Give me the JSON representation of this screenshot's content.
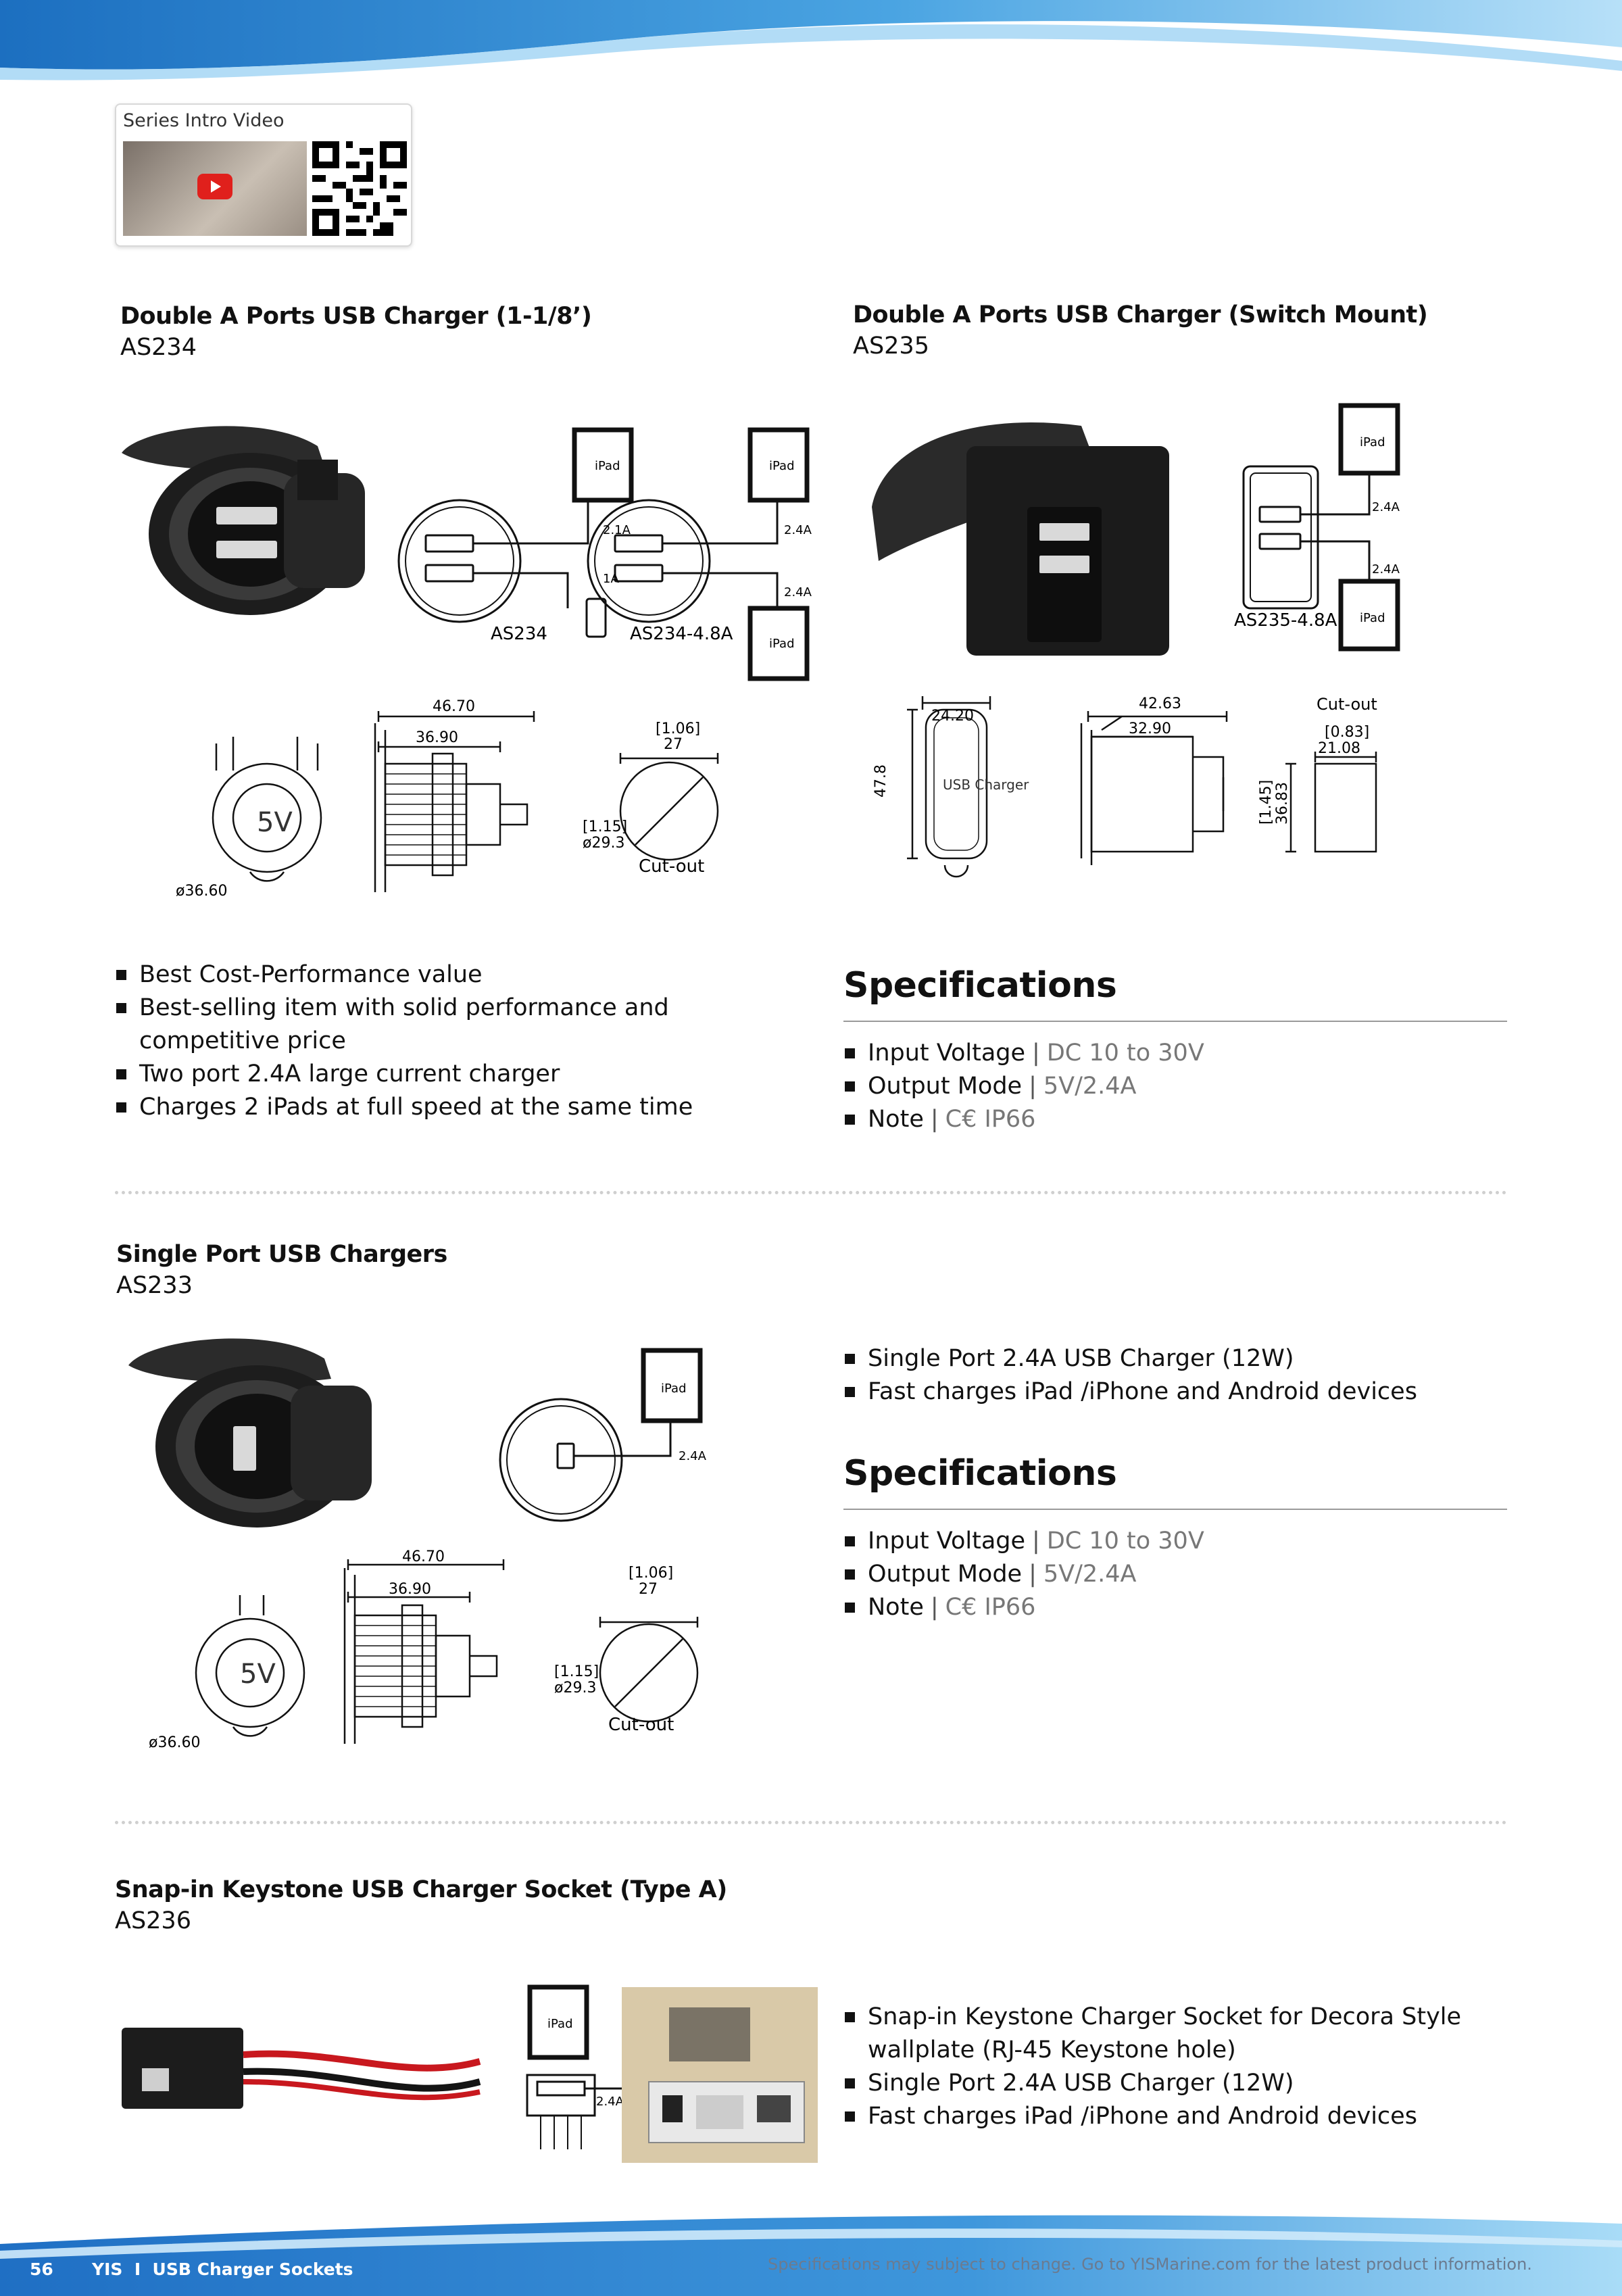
{
  "header": {
    "video_label": "Series Intro Video"
  },
  "products": [
    {
      "title": "Double A Ports USB Charger (1-1/8’)",
      "code": "AS234",
      "diagram_labels": {
        "a": "AS234",
        "b": "AS234-4.8A",
        "amp1": "2.1A",
        "amp2": "1A",
        "amp3": "2.4A",
        "amp4": "2.4A",
        "ipad": "iPad",
        "d1": "46.70",
        "d2": "36.90",
        "d3": "ø36.60",
        "d4": "[1.06]",
        "d5": "27",
        "d6": "[1.15]",
        "d7": "ø29.3",
        "cutout": "Cut-out",
        "face": "5V"
      },
      "bullets": [
        "Best Cost-Performance value",
        "Best-selling item with solid performance and competitive price",
        "Two port 2.4A large current charger",
        "Charges 2 iPads at full speed at the same time"
      ]
    },
    {
      "title": "Double A Ports USB Charger (Switch Mount)",
      "code": "AS235",
      "diagram_labels": {
        "a": "AS235-4.8A",
        "amp1": "2.4A",
        "amp2": "2.4A",
        "ipad": "iPad",
        "d1": "24.20",
        "d2": "42.63",
        "d3": "32.90",
        "d4": "47.8",
        "d5": "[1.45]",
        "d6": "36.83",
        "d7": "[0.83]",
        "d8": "21.08",
        "cutout": "Cut-out",
        "face": "USB Charger"
      },
      "spec_title": "Specifications",
      "specs": [
        {
          "label": "Input Voltage",
          "value": "DC 10 to 30V"
        },
        {
          "label": "Output Mode",
          "value": "5V/2.4A"
        },
        {
          "label": "Note",
          "value": "C€ IP66"
        }
      ]
    },
    {
      "title": "Single Port USB Chargers",
      "code": "AS233",
      "diagram_labels": {
        "amp1": "2.4A",
        "ipad": "iPad",
        "d1": "46.70",
        "d2": "36.90",
        "d3": "ø36.60",
        "d4": "[1.06]",
        "d5": "27",
        "d6": "[1.15]",
        "d7": "ø29.3",
        "cutout": "Cut-out",
        "face": "5V"
      },
      "bullets": [
        "Single Port 2.4A USB Charger (12W)",
        "Fast charges iPad /iPhone and Android devices"
      ],
      "spec_title": "Specifications",
      "specs": [
        {
          "label": "Input Voltage",
          "value": "DC 10 to 30V"
        },
        {
          "label": "Output Mode",
          "value": "5V/2.4A"
        },
        {
          "label": "Note",
          "value": "C€ IP66"
        }
      ]
    },
    {
      "title": "Snap-in Keystone USB Charger Socket (Type A)",
      "code": "AS236",
      "diagram_labels": {
        "amp1": "2.4A",
        "ipad": "iPad"
      },
      "bullets": [
        "Snap-in Keystone Charger Socket for Decora Style wallplate (RJ-45 Keystone hole)",
        "Single Port 2.4A USB Charger (12W)",
        "Fast charges iPad /iPhone and Android devices"
      ]
    }
  ],
  "footer": {
    "page_number": "56",
    "section": "YIS  I  USB Charger Sockets",
    "note": "Specifications may subject to change. Go to YISMarine.com for the latest product information."
  },
  "colors": {
    "brand_blue": "#1f7fd0",
    "light_blue": "#8cc8ee",
    "bullet": "#111111"
  }
}
